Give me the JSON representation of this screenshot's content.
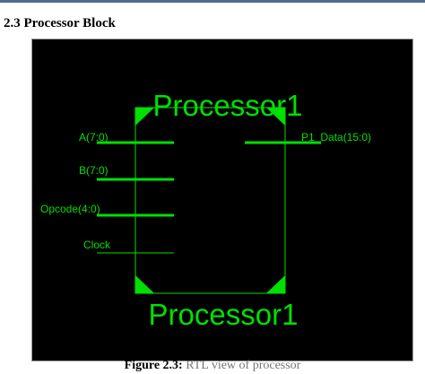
{
  "section": {
    "heading": "2.3 Processor Block"
  },
  "rtl_view": {
    "colors": {
      "background": "#000000",
      "wire": "#00e000",
      "frame_border": "#9a9a9a"
    },
    "block": {
      "title_top": "Processor1",
      "title_bottom": "Processor1"
    },
    "inputs": [
      {
        "label": "A(7:0)"
      },
      {
        "label": "B(7:0)"
      },
      {
        "label": "Opcode(4:0)"
      },
      {
        "label": "Clock"
      }
    ],
    "outputs": [
      {
        "label": "P1_Data(15:0)"
      }
    ]
  },
  "caption": {
    "label": "Figure 2.3:",
    "text": " RTL view of processor"
  }
}
